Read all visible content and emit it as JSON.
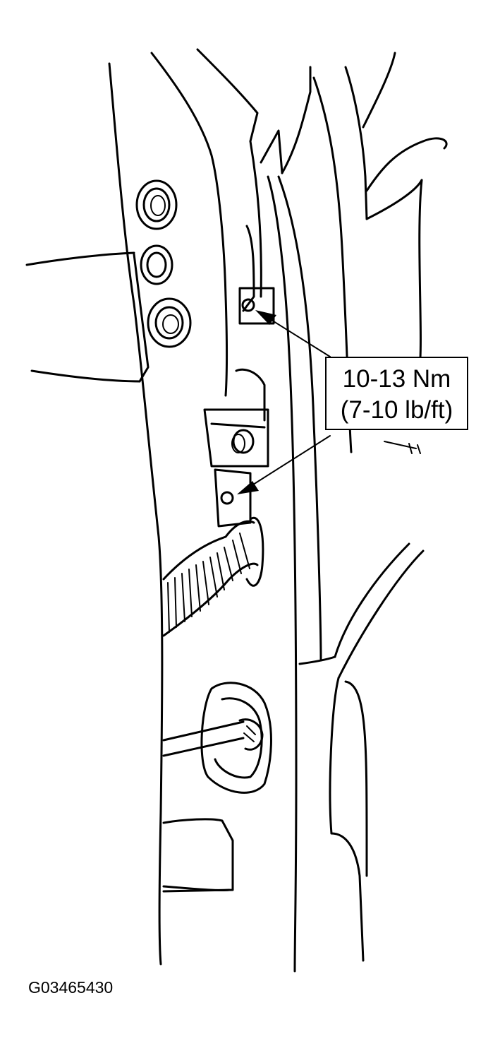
{
  "callout": {
    "torque_nm": "10-13 Nm",
    "torque_lbft": "(7-10 lb/ft)"
  },
  "figure_id": "G03465430"
}
